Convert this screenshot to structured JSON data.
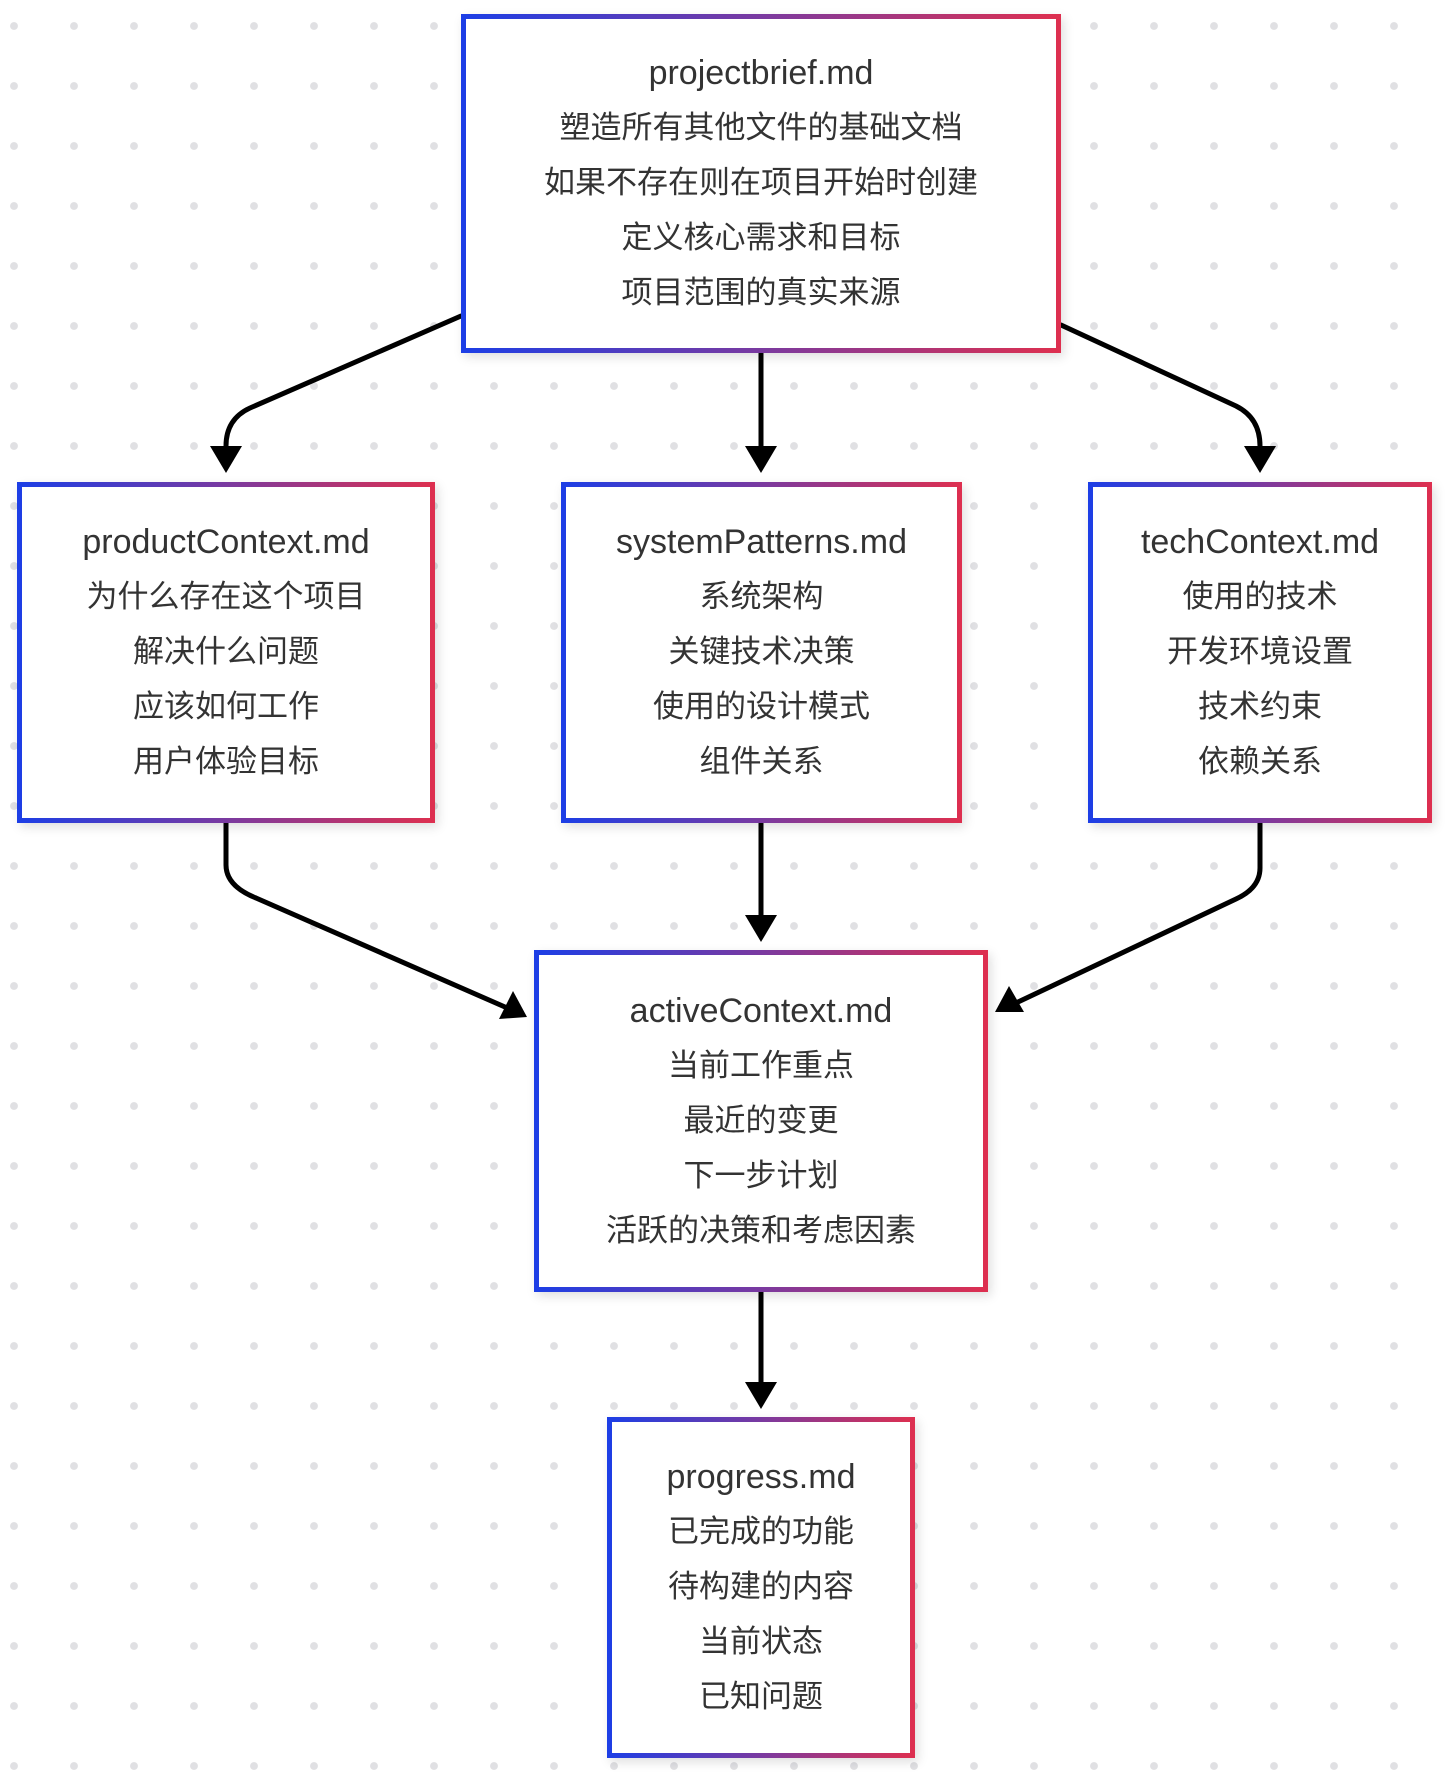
{
  "diagram": {
    "type": "flowchart",
    "colors": {
      "border_gradient_start": "#1c3ee6",
      "border_gradient_mid": "#7a3aa0",
      "border_gradient_end": "#de2f4f",
      "edge": "#000000",
      "text": "#333333",
      "grid_dot": "#e0e0e3"
    },
    "nodes": [
      {
        "id": "projectbrief",
        "title": "projectbrief.md",
        "lines": [
          "塑造所有其他文件的基础文档",
          "如果不存在则在项目开始时创建",
          "定义核心需求和目标",
          "项目范围的真实来源"
        ]
      },
      {
        "id": "productContext",
        "title": "productContext.md",
        "lines": [
          "为什么存在这个项目",
          "解决什么问题",
          "应该如何工作",
          "用户体验目标"
        ]
      },
      {
        "id": "systemPatterns",
        "title": "systemPatterns.md",
        "lines": [
          "系统架构",
          "关键技术决策",
          "使用的设计模式",
          "组件关系"
        ]
      },
      {
        "id": "techContext",
        "title": "techContext.md",
        "lines": [
          "使用的技术",
          "开发环境设置",
          "技术约束",
          "依赖关系"
        ]
      },
      {
        "id": "activeContext",
        "title": "activeContext.md",
        "lines": [
          "当前工作重点",
          "最近的变更",
          "下一步计划",
          "活跃的决策和考虑因素"
        ]
      },
      {
        "id": "progress",
        "title": "progress.md",
        "lines": [
          "已完成的功能",
          "待构建的内容",
          "当前状态",
          "已知问题"
        ]
      }
    ],
    "edges": [
      {
        "from": "projectbrief",
        "to": "productContext"
      },
      {
        "from": "projectbrief",
        "to": "systemPatterns"
      },
      {
        "from": "projectbrief",
        "to": "techContext"
      },
      {
        "from": "productContext",
        "to": "activeContext"
      },
      {
        "from": "systemPatterns",
        "to": "activeContext"
      },
      {
        "from": "techContext",
        "to": "activeContext"
      },
      {
        "from": "activeContext",
        "to": "progress"
      }
    ]
  }
}
